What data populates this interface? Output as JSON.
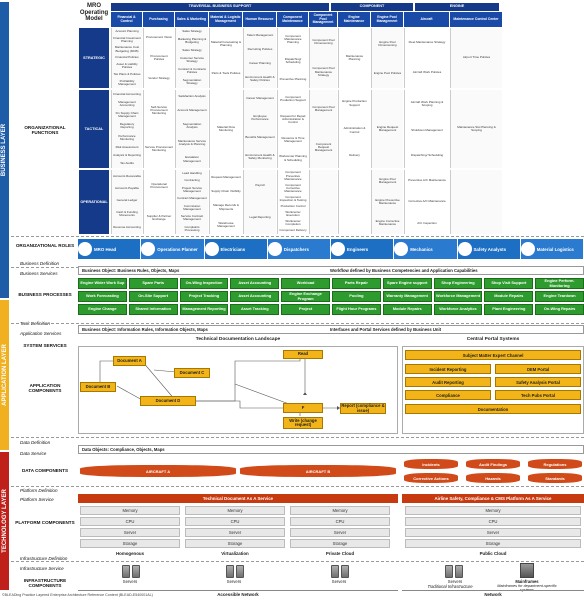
{
  "title": "MRO Operating Model",
  "layers": {
    "business": "BUSINESS LAYER",
    "application": "APPLICATION LAYER",
    "technology": "TECHNOLOGY LAYER"
  },
  "layer_colors": {
    "business": "#1f5ca8",
    "application": "#f0b020",
    "technology": "#c0201a"
  },
  "row_labels": {
    "org_functions": "ORGANIZATIONAL FUNCTIONS",
    "org_roles": "ORGANIZATIONAL ROLES",
    "business_definition": "Business Definition",
    "business_services": "Business Services",
    "business_processes": "BUSINESS PROCESSES",
    "task_definition": "Task Definition",
    "application_services": "Application Services",
    "system_services": "SYSTEM SERVICES",
    "application_components": "APPLICATION COMPONENTS",
    "data_definition": "Data Definition",
    "data_service": "Data Service",
    "data_components": "DATA COMPONENTS",
    "platform_definition": "Platform Definition",
    "platform_service": "Platform Service",
    "platform_components": "PLATFORM COMPONENTS",
    "infra_definition": "Infrastructure Definition",
    "infra_service": "Infrastructure Service",
    "infra_components": "INFRASTRUCTURE COMPONENTS"
  },
  "top_headers": [
    "TRAVERSAL BUSINESS SUPPORT",
    "COMPONENT",
    "ENGINE"
  ],
  "columns": [
    "Financial & Control",
    "Purchasing",
    "Sales & Marketing",
    "Material & Logistic Management",
    "Human Resource",
    "Component Maintenance",
    "Component Pool Management",
    "Engine Maintenance",
    "Engine Pool Management",
    "Aircraft",
    "Maintenance Control Center"
  ],
  "side_headers": [
    "STRATEGIC",
    "TACTICAL",
    "OPERATIONAL"
  ],
  "functions": {
    "strategic": [
      [
        "Account Planning",
        "Financial Investment Planning",
        "Maintenance Cost Budgeting (MCB)",
        "Financial Policies",
        "Asset & Liability Policies",
        "Tax Plans & Policies",
        "Profitability Management"
      ],
      [
        "Procurement Vision",
        "Procurement Policies",
        "Vendor Strategy"
      ],
      [
        "Sales Strategy",
        "Marketing Planning & Budgeting",
        "Sales Strategy",
        "Customer Service Strategy",
        "Contract & Contracts Policies",
        "Segmentation Strategy"
      ],
      [
        "Material Forecasting & Planning",
        "Parts & Tools Policies"
      ],
      [
        "Talent Management",
        "Recruiting Policies",
        "Career Planning",
        "Environment Health & Safety Policies"
      ],
      [
        "Component Maintenance Planning",
        "Dispatching/ Scheduling",
        "Preventive Planning"
      ],
      [
        "Component Pool Dimensioning",
        "Component Pool Maintenance Strategy"
      ],
      [
        "Maintenance Planning"
      ],
      [
        "Engine Pool Dimensioning",
        "Engine Pool Policies"
      ],
      [
        "Fleet Maintenance Strategy",
        "Aircraft Work Policies"
      ],
      [
        "Airport Time Policies"
      ]
    ],
    "tactical": [
      [
        "Financial Accounting",
        "Management Accounting",
        "Fin Supply Chain Management",
        "Regulatory Reporting",
        "Performance Monitoring",
        "Risk Assessment",
        "Analysis & Reporting",
        "Tax Audits"
      ],
      [
        "Self-Service Procurement Monitoring",
        "Service Procurement Monitoring"
      ],
      [
        "Satisfaction Analysis",
        "Account Management",
        "Segmentation Analysis",
        "Maintenance Service Analysis & Planning",
        "Escalation Management"
      ],
      [
        "Material Flow Monitoring"
      ],
      [
        "Career Management",
        "Employee Performance",
        "Benefits Management",
        "Environment Health & Safety Monitoring"
      ],
      [
        "Component Production Support",
        "Request for Repair Administration & Control",
        "Resource & Time Management",
        "Workcenter Planning & Scheduling"
      ],
      [
        "Component Pool Management",
        "Component Request Management"
      ],
      [
        "Engine Production Support",
        "Administration & Control",
        "Delivery"
      ],
      [
        "Engine Request Management"
      ],
      [
        "Aircraft Work Planning & Scoping",
        "Shutdown Management",
        "Dispatching/ Scheduling"
      ],
      [
        "Maintenance Slot Planning & Scoping"
      ]
    ],
    "operational": [
      [
        "Accounts Receivable",
        "Accounts Payable",
        "General Ledger",
        "Cash & Funding Movements",
        "Revenue Accounting"
      ],
      [
        "Operational Procurement",
        "Supplier & Partner Exchange"
      ],
      [
        "Lead Handling",
        "Contracting",
        "Project Service Management",
        "Contract Management",
        "Commission Management",
        "Service Contract Management",
        "Complaints Processing"
      ],
      [
        "Request Management",
        "Supply Chain Visibility",
        "Manage Records & Shipments",
        "Warehouse Management"
      ],
      [
        "Payroll",
        "Legal Reporting"
      ],
      [
        "Component Preventive Maintenance",
        "Component Corrective Maintenance",
        "Component Inspection & Testing",
        "Production Control",
        "Workcenter Execution",
        "Workcenter Completion",
        "Component Delivery"
      ],
      [],
      [],
      [
        "Engine Pool Management",
        "Engine Preventive Maintenance",
        "Engine Corrective Maintenance"
      ],
      [
        "Preventive A/C Maintenance",
        "Corrective A/C Maintenance",
        "A/C Inspection"
      ],
      []
    ]
  },
  "roles": [
    "MRO Head",
    "Operations Planner",
    "Electricians",
    "Dispatchers",
    "Engineers",
    "Mechanics",
    "Safety Analysts",
    "Material Logistics"
  ],
  "role_colors": [
    "#1d6fc4",
    "#2a7bd0"
  ],
  "business_bar": {
    "left": "Business Object: Business Rules, Objects, Maps",
    "right": "Workflow defined by Business Competencies and Application Capabilities"
  },
  "processes": [
    [
      "Engine Wider Work Sup",
      "Spare Parts",
      "On-Wing Inspection",
      "Asset Accounting",
      "Workload",
      "Parts Repair",
      "Spare Engine support",
      "Shop Engineering",
      "Shop Visit Support",
      "Engine Perform. Monitoring"
    ],
    [
      "Work Forecasting",
      "On-Site Support",
      "Project Tracking",
      "Asset Accounting",
      "Engine Exchange Program",
      "Pooling",
      "Warranty Management",
      "Workforce Management",
      "Module Repairs",
      "Engine Teardown"
    ],
    [
      "Engine Change",
      "Shared Information",
      "Management Reporting",
      "Asset Tracking",
      "Project",
      "Flight Hour Programs",
      "Module Repairs",
      "Workforce Analytics",
      "Plant Engineering",
      "On-Wing Repairs"
    ]
  ],
  "application_bar": {
    "left": "Business Object: Information Rules, Information Objects, Maps",
    "right": "Interfaces and Portal Services defined by Business Unit"
  },
  "landscape": {
    "title": "Technical Documentation Landscape",
    "docs": [
      "Document A",
      "Document B",
      "Document C",
      "Document D"
    ],
    "ops": [
      "Read",
      "F",
      "Report (compliance & issue)",
      "Write (change request)"
    ]
  },
  "portal": {
    "title": "Central Portal Systems",
    "items": [
      "Subject Matter Expert Channel",
      "Incident Reporting",
      "OEM Portal",
      "Audit Reporting",
      "Safety Analysis Portal",
      "Compliance",
      "Tech Pubs Portal",
      "Documentation"
    ]
  },
  "data_bar": {
    "left": "Data Objects: Compliance, Objects, Maps"
  },
  "data_components": {
    "aircraft": [
      "AIRCRAFT A",
      "AIRCRAFT B"
    ],
    "stores": [
      "Incidents",
      "Audit Findings",
      "Regulations",
      "Corrective Actions",
      "Hazards",
      "Standards"
    ]
  },
  "platform": {
    "left_title": "Technical Document As A Service",
    "right_title": "Airline Safety, Compliance & CMS Platform As A Service",
    "rows": [
      "Memory",
      "CPU",
      "Server",
      "Storage"
    ],
    "left_labels": [
      "Homogenous",
      "Virtualization",
      "Private Cloud"
    ],
    "right_label": "Public Cloud",
    "mainframe_label": "Mainframes"
  },
  "infra": {
    "left": [
      {
        "name": "Servers",
        "sub": ""
      },
      {
        "name": "Servers",
        "sub": ""
      },
      {
        "name": "Servers",
        "sub": ""
      }
    ],
    "right": [
      {
        "name": "Servers",
        "sub": "Traditional Infrastructure"
      },
      {
        "name": "Mainframes",
        "sub": "Mainframes for department-specific systems"
      }
    ],
    "left_net": "Accessible Network",
    "right_net": "Network"
  },
  "footer": "©BLEADing Practice Layered Enterprise Architecture Reference Content (BLEAD-E540001AL)"
}
